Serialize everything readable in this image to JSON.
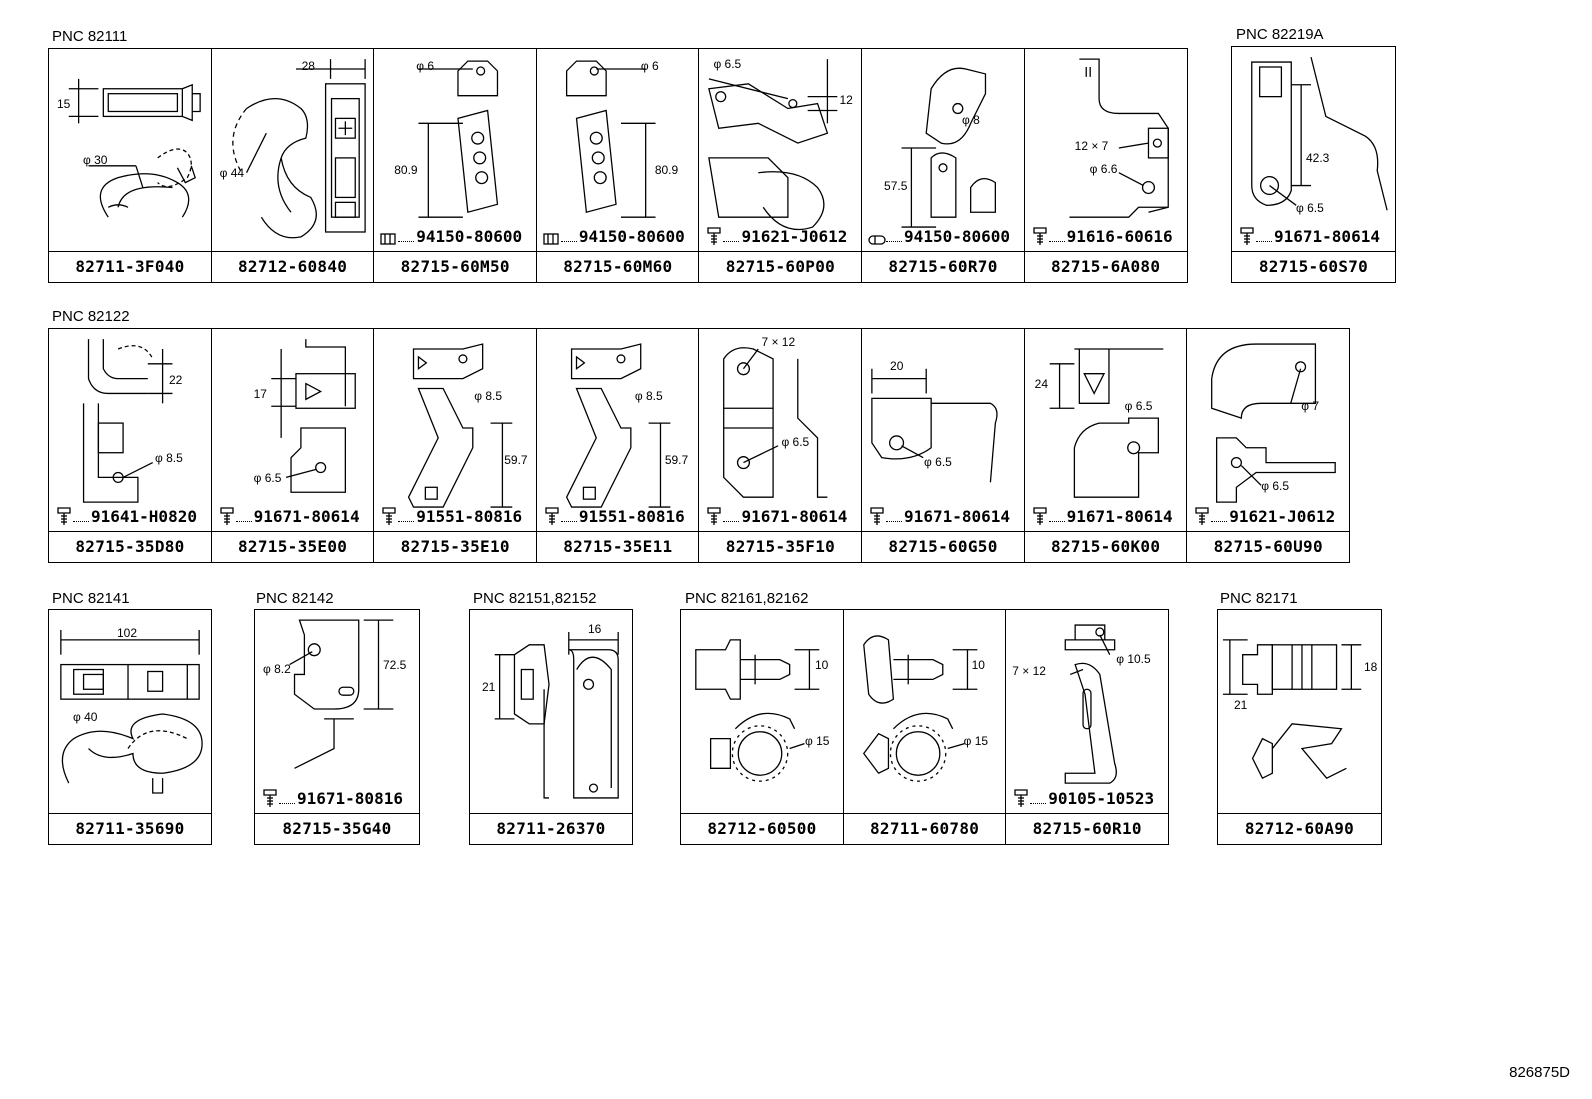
{
  "diagram_id": "826875D",
  "groups": [
    {
      "label": "PNC 82111",
      "cells": [
        {
          "part": "82711-3F040",
          "dims": [
            "15",
            "φ 30"
          ]
        },
        {
          "part": "82712-60840",
          "dims": [
            "28",
            "φ 44"
          ]
        },
        {
          "part": "82715-60M50",
          "dims": [
            "φ 6",
            "80.9"
          ],
          "bolt": "94150-80600"
        },
        {
          "part": "82715-60M60",
          "dims": [
            "φ 6",
            "80.9"
          ],
          "bolt": "94150-80600"
        },
        {
          "part": "82715-60P00",
          "dims": [
            "φ 6.5",
            "12"
          ],
          "bolt": "91621-J0612"
        },
        {
          "part": "82715-60R70",
          "dims": [
            "φ 8",
            "57.5"
          ],
          "bolt": "94150-80600"
        },
        {
          "part": "82715-6A080",
          "dims": [
            "12 × 7",
            "φ 6.6"
          ],
          "bolt": "91616-60616"
        }
      ]
    },
    {
      "label": "PNC 82219A",
      "cells": [
        {
          "part": "82715-60S70",
          "dims": [
            "42.3",
            "φ 6.5"
          ],
          "bolt": "91671-80614"
        }
      ]
    },
    {
      "label": "PNC 82122",
      "cells": [
        {
          "part": "82715-35D80",
          "dims": [
            "22",
            "φ 8.5"
          ],
          "bolt": "91641-H0820"
        },
        {
          "part": "82715-35E00",
          "dims": [
            "17",
            "φ 6.5"
          ],
          "bolt": "91671-80614"
        },
        {
          "part": "82715-35E10",
          "dims": [
            "φ 8.5",
            "59.7"
          ],
          "bolt": "91551-80816"
        },
        {
          "part": "82715-35E11",
          "dims": [
            "φ 8.5",
            "59.7"
          ],
          "bolt": "91551-80816"
        },
        {
          "part": "82715-35F10",
          "dims": [
            "7 × 12",
            "φ 6.5"
          ],
          "bolt": "91671-80614"
        },
        {
          "part": "82715-60G50",
          "dims": [
            "20",
            "φ 6.5"
          ],
          "bolt": "91671-80614"
        },
        {
          "part": "82715-60K00",
          "dims": [
            "24",
            "φ 6.5"
          ],
          "bolt": "91671-80614"
        },
        {
          "part": "82715-60U90",
          "dims": [
            "φ 7",
            "φ 6.5"
          ],
          "bolt": "91621-J0612"
        }
      ]
    },
    {
      "label": "PNC 82141",
      "cells": [
        {
          "part": "82711-35690",
          "dims": [
            "102",
            "φ 40"
          ]
        }
      ]
    },
    {
      "label": "PNC 82142",
      "cells": [
        {
          "part": "82715-35G40",
          "dims": [
            "φ 8.2",
            "72.5"
          ],
          "bolt": "91671-80816"
        }
      ]
    },
    {
      "label": "PNC 82151,82152",
      "cells": [
        {
          "part": "82711-26370",
          "dims": [
            "21",
            "16"
          ]
        }
      ]
    },
    {
      "label": "PNC 82161,82162",
      "cells": [
        {
          "part": "82712-60500",
          "dims": [
            "10",
            "φ 15"
          ]
        },
        {
          "part": "82711-60780",
          "dims": [
            "10",
            "φ 15"
          ]
        },
        {
          "part": "82715-60R10",
          "dims": [
            "7 × 12",
            "φ 10.5"
          ],
          "bolt": "90105-10523"
        }
      ]
    },
    {
      "label": "PNC 82171",
      "cells": [
        {
          "part": "82712-60A90",
          "dims": [
            "21",
            "18"
          ]
        }
      ]
    }
  ]
}
